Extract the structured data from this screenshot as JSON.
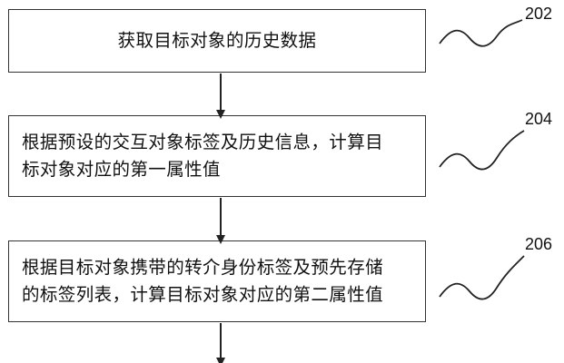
{
  "steps": [
    {
      "ref": "202",
      "text": "获取目标对象的历史数据"
    },
    {
      "ref": "204",
      "text": "根据预设的交互对象标签及历史信息，计算目\n标对象对应的第一属性值"
    },
    {
      "ref": "206",
      "text": "根据目标对象携带的转介身份标签及预先存储\n的标签列表，计算目标对象对应的第二属性值"
    }
  ]
}
